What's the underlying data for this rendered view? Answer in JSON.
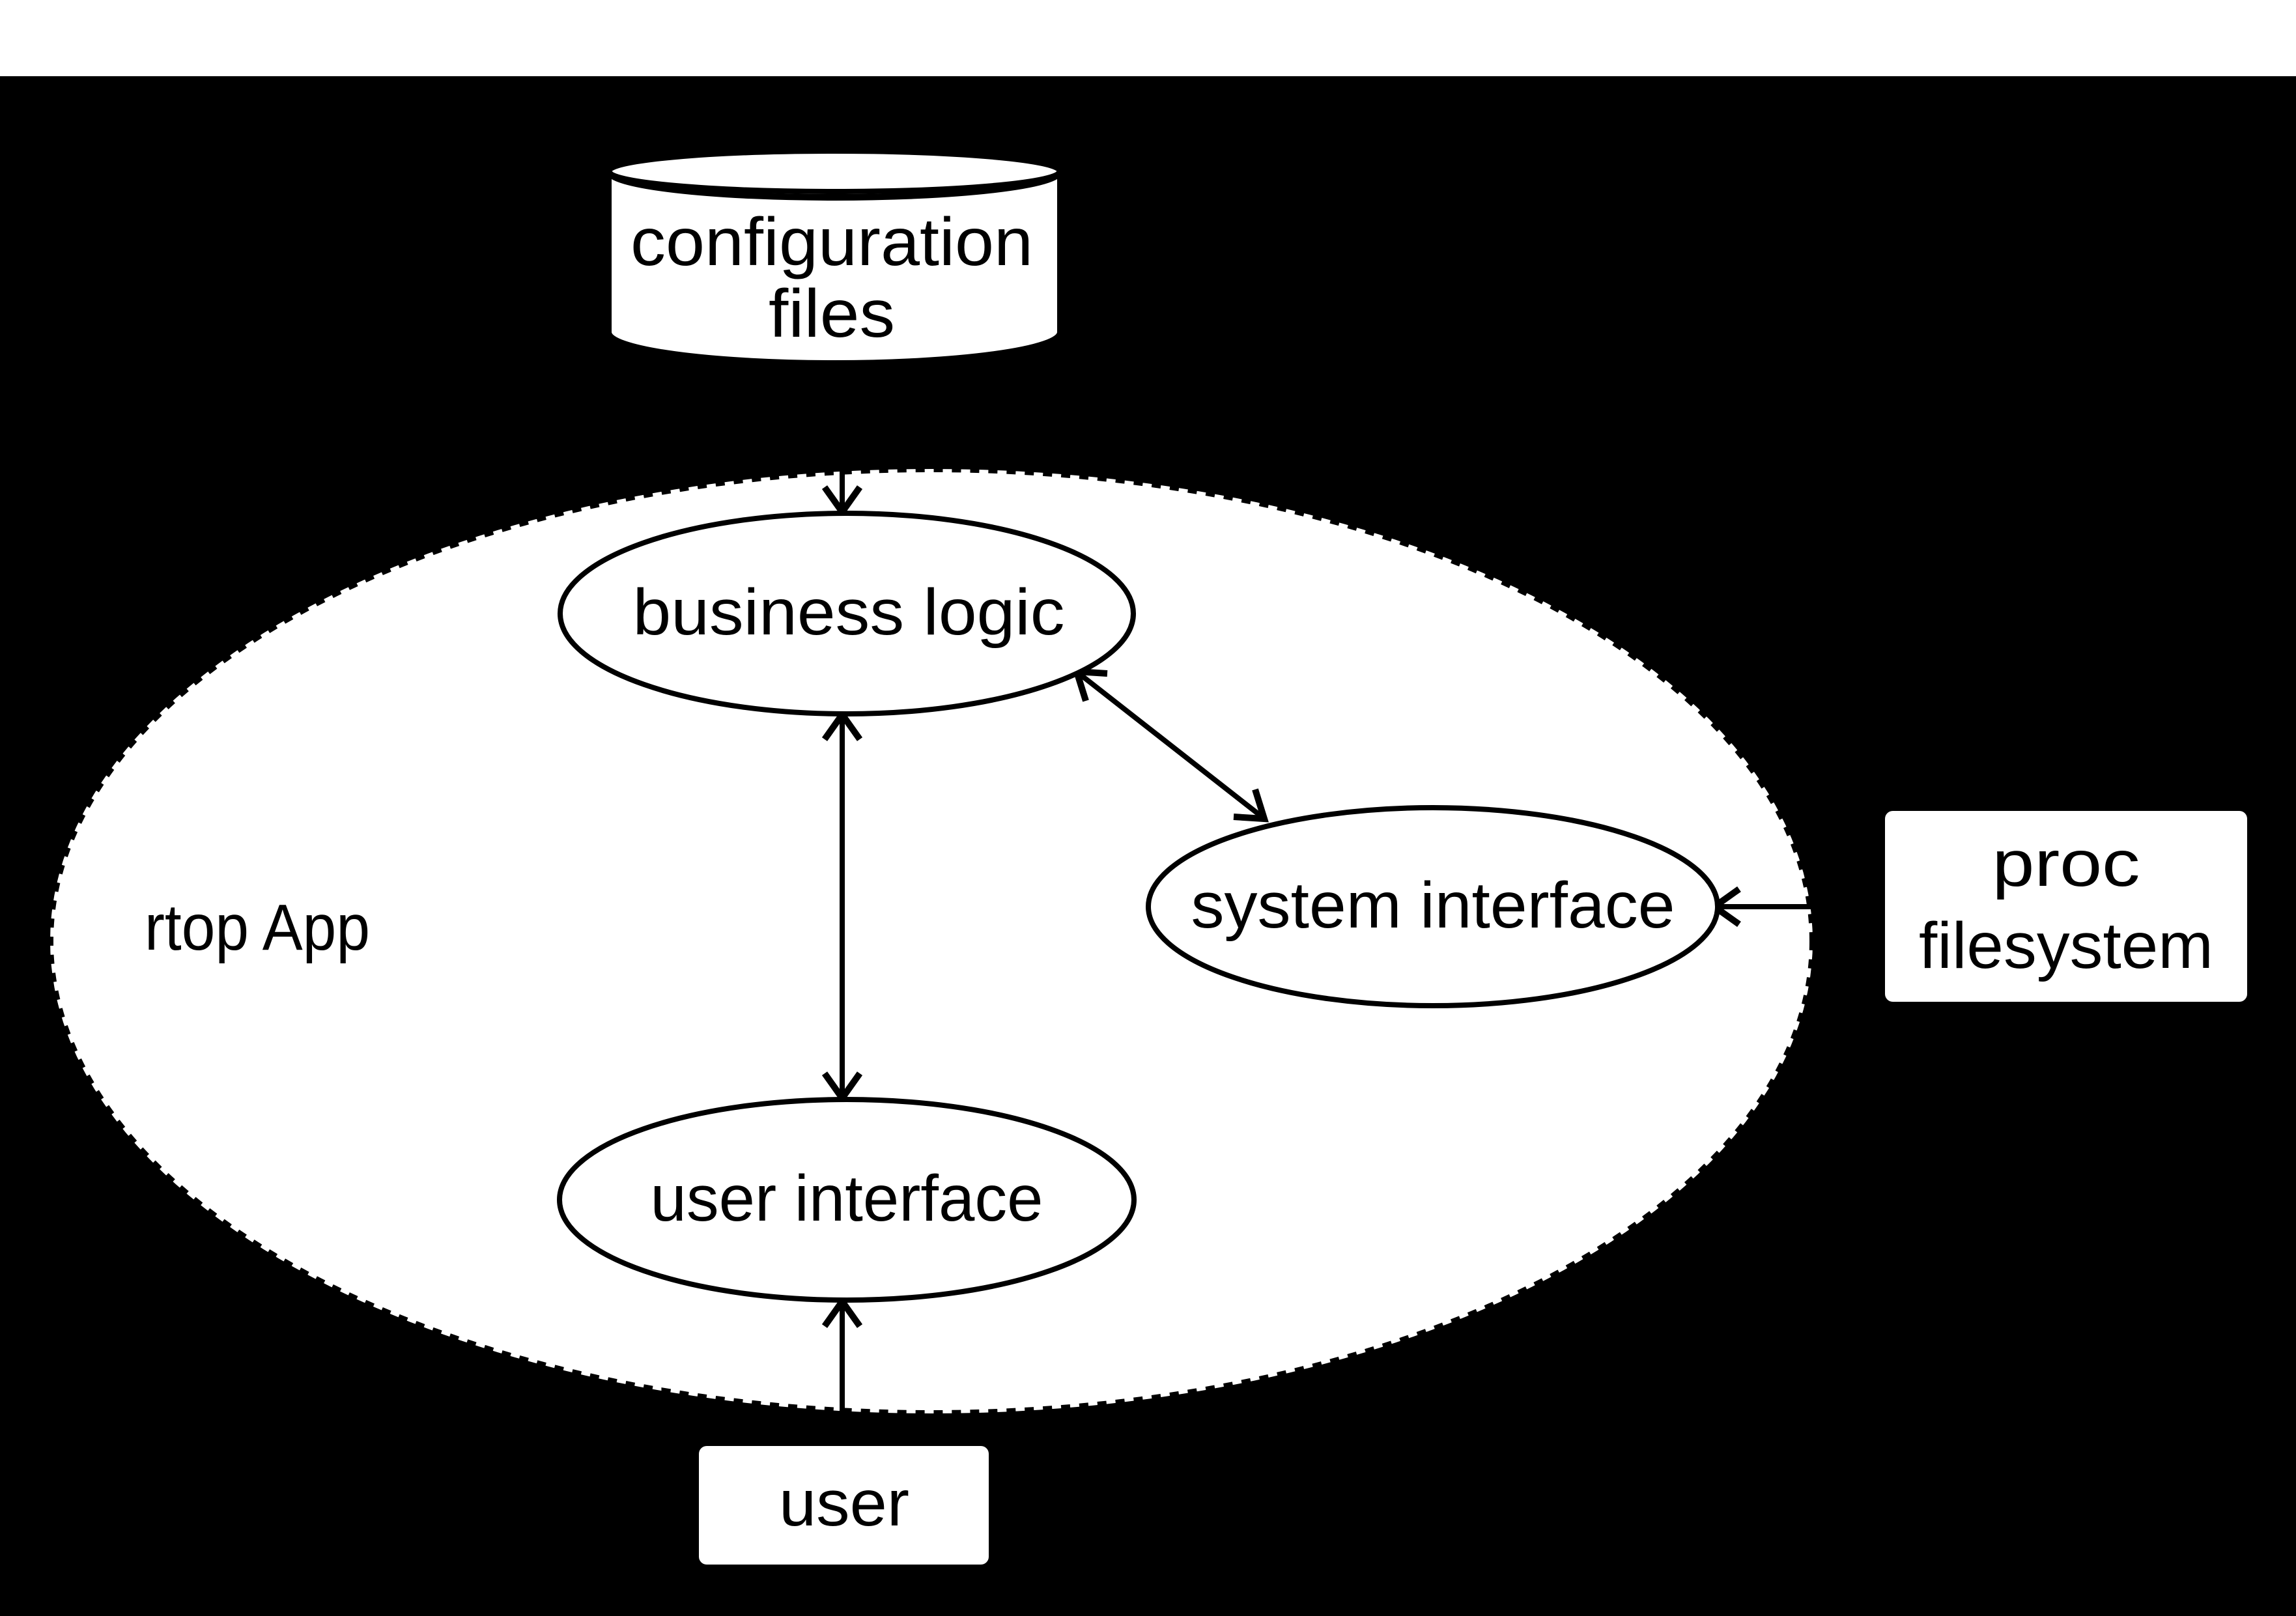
{
  "colors": {
    "background": "#000000",
    "top_strip": "#ffffff",
    "shape_fill": "#ffffff",
    "line": "#000000"
  },
  "diagram": {
    "container": {
      "label": "rtop App",
      "border_style": "dashed-ellipse"
    },
    "nodes": {
      "configuration_files": {
        "shape": "cylinder",
        "line1": "configuration",
        "line2": "files"
      },
      "business_logic": {
        "shape": "ellipse",
        "label": "business logic"
      },
      "system_interface": {
        "shape": "ellipse",
        "label": "system interface"
      },
      "user_interface": {
        "shape": "ellipse",
        "label": "user interface"
      },
      "proc_filesystem": {
        "shape": "rectangle",
        "line1": "proc",
        "line2": "filesystem"
      },
      "user": {
        "shape": "rectangle",
        "label": "user"
      }
    },
    "edges": [
      {
        "from": "configuration_files",
        "to": "business_logic",
        "arrowheads": "to"
      },
      {
        "from": "business_logic",
        "to": "user_interface",
        "arrowheads": "both"
      },
      {
        "from": "business_logic",
        "to": "system_interface",
        "arrowheads": "both"
      },
      {
        "from": "proc_filesystem",
        "to": "system_interface",
        "arrowheads": "to"
      },
      {
        "from": "user",
        "to": "user_interface",
        "arrowheads": "to"
      }
    ]
  }
}
